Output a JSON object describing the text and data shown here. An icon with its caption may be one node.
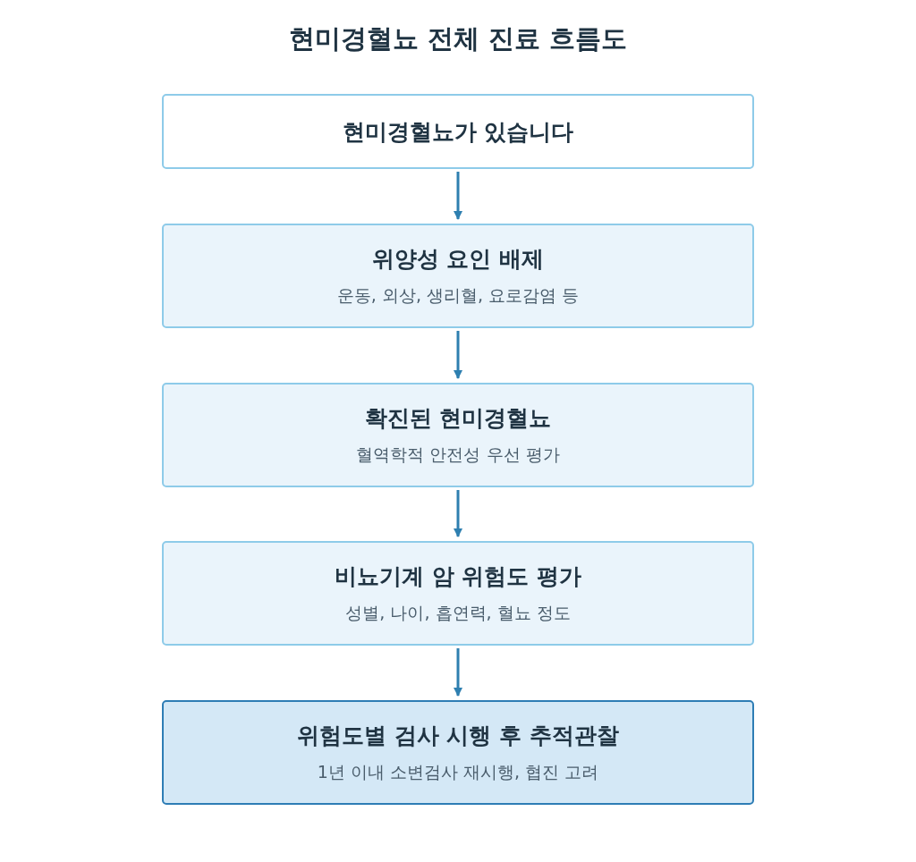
{
  "diagram": {
    "title": "현미경혈뇨 전체 진료 흐름도",
    "nodes": [
      {
        "text": [
          "현미경혈뇨가 있습니다"
        ]
      },
      {
        "text": [
          "위양성 요인 배제",
          "운동, 외상, 생리혈, 요로감염 등"
        ]
      },
      {
        "text": [
          "확진된 현미경혈뇨",
          "혈역학적 안전성 우선 평가"
        ]
      },
      {
        "text": [
          "비뇨기계 암 위험도 평가",
          "성별, 나이, 흡연력, 혈뇨 정도"
        ]
      },
      {
        "text": [
          "위험도별 검사 시행 후 추적관찰",
          "1년 이내 소변검사 재시행, 협진 고려"
        ]
      }
    ],
    "edges": [
      {
        "from": 0,
        "to": 1,
        "arrow": "to"
      },
      {
        "from": 1,
        "to": 2,
        "arrow": "to"
      },
      {
        "from": 2,
        "to": 3,
        "arrow": "to"
      },
      {
        "from": 3,
        "to": 4,
        "arrow": "to"
      }
    ]
  }
}
